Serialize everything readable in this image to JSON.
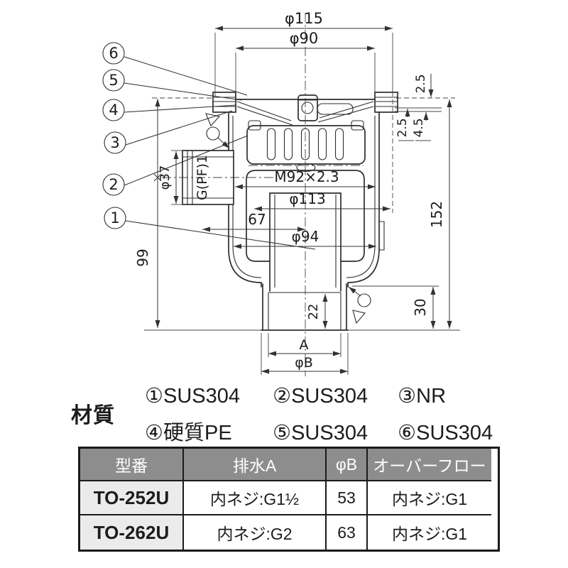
{
  "drawing": {
    "dim_phi115": "φ115",
    "dim_phi90": "φ90",
    "dim_lip": "2.5",
    "dim_gasket_a": "2.5",
    "dim_gasket_b": "4.5",
    "dim_thread": "M92×2.3",
    "dim_phi113": "φ113",
    "dim_67": "67",
    "dim_phi94": "φ94",
    "dim_phi37": "φ37",
    "dim_inlet_thread": "G(PF)1",
    "dim_99": "99",
    "dim_152": "152",
    "dim_30": "30",
    "dim_22": "22",
    "dim_A": "A",
    "dim_phiB": "φB",
    "callouts": [
      "6",
      "5",
      "4",
      "3",
      "2",
      "1"
    ]
  },
  "materials": {
    "label": "材質",
    "items": [
      {
        "mark": "①",
        "value": "SUS304"
      },
      {
        "mark": "②",
        "value": "SUS304"
      },
      {
        "mark": "③",
        "value": "NR"
      },
      {
        "mark": "④",
        "value": "硬質PE"
      },
      {
        "mark": "⑤",
        "value": "SUS304"
      },
      {
        "mark": "⑥",
        "value": "SUS304"
      }
    ]
  },
  "spec_table": {
    "headers": [
      "型番",
      "排水A",
      "φB",
      "オーバーフロー"
    ],
    "rows": [
      {
        "model": "TO-252U",
        "drain_a": "内ネジ:G1½",
        "phi_b": "53",
        "overflow": "内ネジ:G1"
      },
      {
        "model": "TO-262U",
        "drain_a": "内ネジ:G2",
        "phi_b": "63",
        "overflow": "内ネジ:G1"
      }
    ]
  }
}
